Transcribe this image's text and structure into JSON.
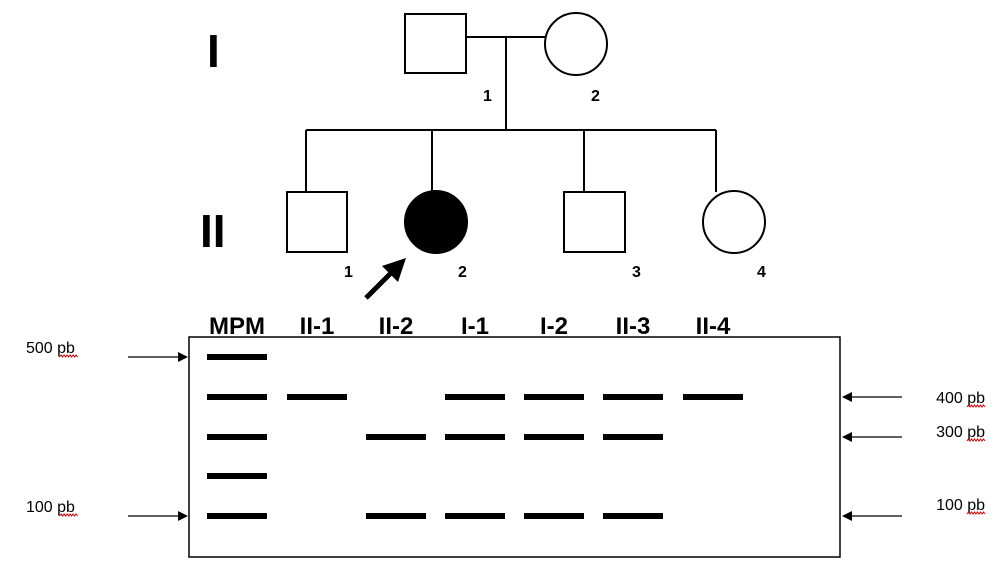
{
  "pedigree": {
    "generations": [
      {
        "label": "I"
      },
      {
        "label": "II"
      }
    ],
    "individuals": [
      {
        "id": "I-1",
        "number": "1",
        "sex": "male",
        "affected": false
      },
      {
        "id": "I-2",
        "number": "2",
        "sex": "female",
        "affected": false
      },
      {
        "id": "II-1",
        "number": "1",
        "sex": "male",
        "affected": false
      },
      {
        "id": "II-2",
        "number": "2",
        "sex": "female",
        "affected": true,
        "proband": true
      },
      {
        "id": "II-3",
        "number": "3",
        "sex": "male",
        "affected": false
      },
      {
        "id": "II-4",
        "number": "4",
        "sex": "female",
        "affected": false
      }
    ]
  },
  "gel": {
    "lanes": [
      "MPM",
      "II-1",
      "II-2",
      "I-1",
      "I-2",
      "II-3",
      "II-4"
    ],
    "bands": {
      "MPM": [
        500,
        400,
        300,
        200,
        100
      ],
      "II-1": [
        400
      ],
      "II-2": [
        300,
        100
      ],
      "I-1": [
        400,
        300,
        100
      ],
      "I-2": [
        400,
        300,
        100
      ],
      "II-3": [
        400,
        300,
        100
      ],
      "II-4": [
        400
      ]
    },
    "left_markers": [
      {
        "bp": 500,
        "label": "500 pb"
      },
      {
        "bp": 100,
        "label": "100 pb"
      }
    ],
    "right_markers": [
      {
        "bp": 400,
        "label": "400 pb"
      },
      {
        "bp": 300,
        "label": "300 pb"
      },
      {
        "bp": 100,
        "label": "100 pb"
      }
    ]
  },
  "colors": {
    "ink": "#000000",
    "paper": "#ffffff",
    "spellcheck": "#d00000"
  }
}
